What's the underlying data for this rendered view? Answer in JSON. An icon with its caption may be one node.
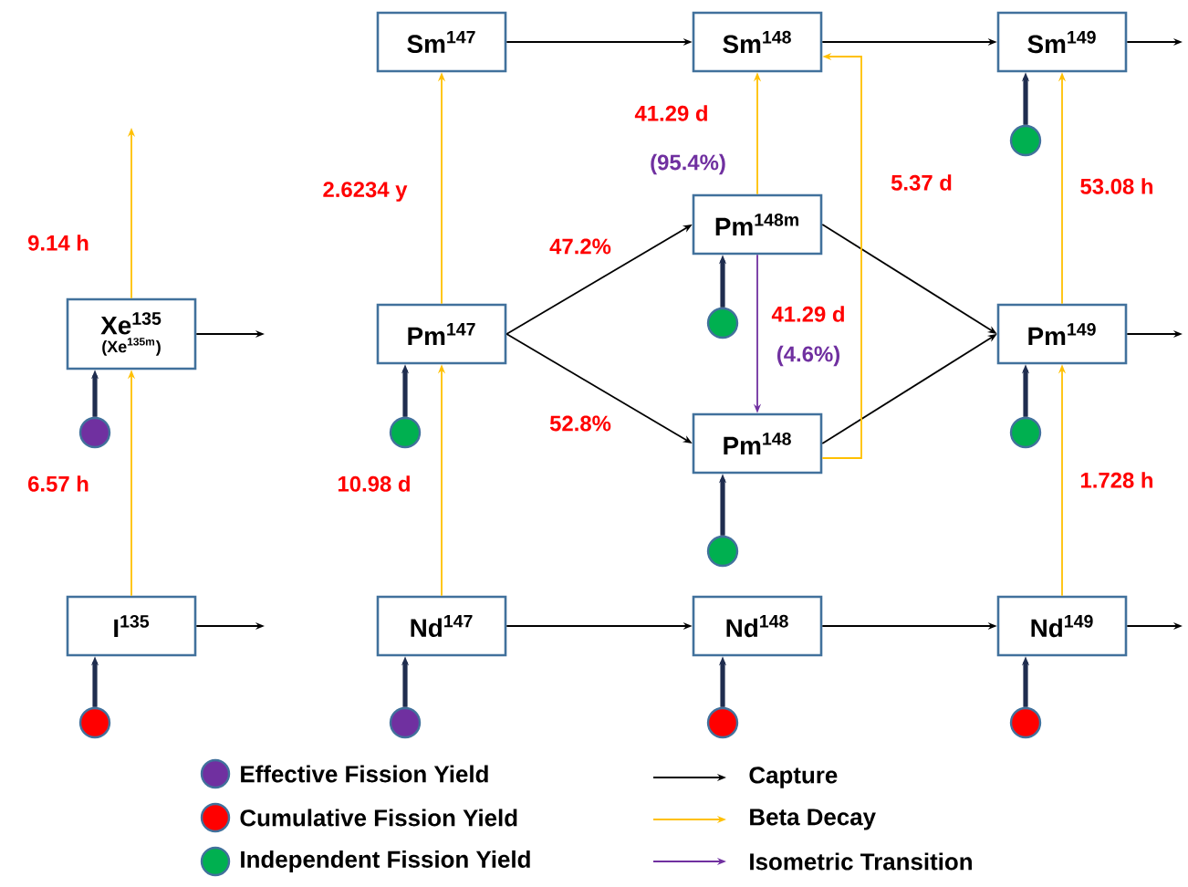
{
  "diagram": {
    "nodes": [
      {
        "text": [
          "Sm$^{147}$"
        ]
      },
      {
        "text": [
          "Sm$^{148}$"
        ]
      },
      {
        "text": [
          "Sm$^{149}$"
        ]
      },
      {
        "text": [
          "Xe$^{135}$",
          "(Xe$^{135m}$)"
        ]
      },
      {
        "text": [
          "Pm$^{147}$"
        ]
      },
      {
        "text": [
          "Pm$^{148m}$"
        ]
      },
      {
        "text": [
          "Pm$^{149}$"
        ]
      },
      {
        "text": [
          "Pm$^{148}$"
        ]
      },
      {
        "text": [
          "I$^{135}$"
        ]
      },
      {
        "text": [
          "Nd$^{147}$"
        ]
      },
      {
        "text": [
          "Nd$^{148}$"
        ]
      },
      {
        "text": [
          "Nd$^{149}$"
        ]
      },
      {
        "text": [],
        "shape": "circle"
      },
      {
        "text": [],
        "shape": "circle"
      },
      {
        "text": [],
        "shape": "circle"
      },
      {
        "text": [],
        "shape": "circle"
      },
      {
        "text": [],
        "shape": "circle"
      },
      {
        "text": [],
        "shape": "circle"
      },
      {
        "text": [],
        "shape": "circle"
      },
      {
        "text": [],
        "shape": "circle"
      },
      {
        "text": [],
        "shape": "circle"
      },
      {
        "text": [],
        "shape": "circle"
      }
    ],
    "edges": [
      {
        "from": 0,
        "to": 1,
        "arrow": "to"
      },
      {
        "from": 1,
        "to": 2,
        "arrow": "to"
      },
      {
        "from": 2,
        "to": null,
        "arrow": "to"
      },
      {
        "from": 3,
        "to": null,
        "arrow": "to"
      },
      {
        "from": 4,
        "to": 5,
        "arrow": "to",
        "label": "47.2%"
      },
      {
        "from": 4,
        "to": 7,
        "arrow": "to",
        "label": "52.8%"
      },
      {
        "from": 5,
        "to": 6,
        "arrow": "to"
      },
      {
        "from": 7,
        "to": 6,
        "arrow": "to"
      },
      {
        "from": 6,
        "to": null,
        "arrow": "to"
      },
      {
        "from": 8,
        "to": null,
        "arrow": "to"
      },
      {
        "from": 9,
        "to": 10,
        "arrow": "to"
      },
      {
        "from": 10,
        "to": 11,
        "arrow": "to"
      },
      {
        "from": 11,
        "to": null,
        "arrow": "to"
      },
      {
        "from": 8,
        "to": 3,
        "arrow": "to",
        "label": "6.57 h",
        "color": "#ffc000"
      },
      {
        "from": 3,
        "to": null,
        "arrow": "to",
        "label": "9.14 h",
        "color": "#ffc000"
      },
      {
        "from": 9,
        "to": 4,
        "arrow": "to",
        "label": "10.98 d",
        "color": "#ffc000"
      },
      {
        "from": 4,
        "to": 0,
        "arrow": "to",
        "label": "2.6234 y",
        "color": "#ffc000"
      },
      {
        "from": 5,
        "to": 1,
        "arrow": "to",
        "label": "41.29 d",
        "color": "#ffc000"
      },
      {
        "from": 7,
        "to": 1,
        "arrow": "to",
        "label": "5.37 d",
        "color": "#ffc000"
      },
      {
        "from": 11,
        "to": 6,
        "arrow": "to",
        "label": "1.728 h",
        "color": "#ffc000"
      },
      {
        "from": 6,
        "to": 2,
        "arrow": "to",
        "label": "53.08 h",
        "color": "#ffc000"
      },
      {
        "from": 5,
        "to": 7,
        "arrow": "to",
        "label": "41.29 d",
        "color": "#7030a0"
      },
      {
        "from": 12,
        "to": 2,
        "arrow": "to",
        "style": "thick",
        "color": "#1f2d4f"
      },
      {
        "from": 13,
        "to": 5,
        "arrow": "to",
        "style": "thick",
        "color": "#1f2d4f"
      },
      {
        "from": 14,
        "to": 3,
        "arrow": "to",
        "style": "thick",
        "color": "#1f2d4f"
      },
      {
        "from": 15,
        "to": 4,
        "arrow": "to",
        "style": "thick",
        "color": "#1f2d4f"
      },
      {
        "from": 16,
        "to": 6,
        "arrow": "to",
        "style": "thick",
        "color": "#1f2d4f"
      },
      {
        "from": 17,
        "to": 7,
        "arrow": "to",
        "style": "thick",
        "color": "#1f2d4f"
      },
      {
        "from": 18,
        "to": 8,
        "arrow": "to",
        "style": "thick",
        "color": "#1f2d4f"
      },
      {
        "from": 19,
        "to": 9,
        "arrow": "to",
        "style": "thick",
        "color": "#1f2d4f"
      },
      {
        "from": 20,
        "to": 10,
        "arrow": "to",
        "style": "thick",
        "color": "#1f2d4f"
      },
      {
        "from": 21,
        "to": 11,
        "arrow": "to",
        "style": "thick",
        "color": "#1f2d4f"
      }
    ],
    "labels": [
      "(95.4%)",
      "(4.6%)"
    ],
    "legend": [
      {
        "text": "Effective Fission Yield",
        "color": "#7030a0"
      },
      {
        "text": "Cumulative Fission Yield",
        "color": "#ff0000"
      },
      {
        "text": "Independent Fission Yield",
        "color": "#00b050"
      },
      {
        "text": "Capture"
      },
      {
        "text": "Beta Decay"
      },
      {
        "text": "Isometric Transition"
      }
    ]
  }
}
